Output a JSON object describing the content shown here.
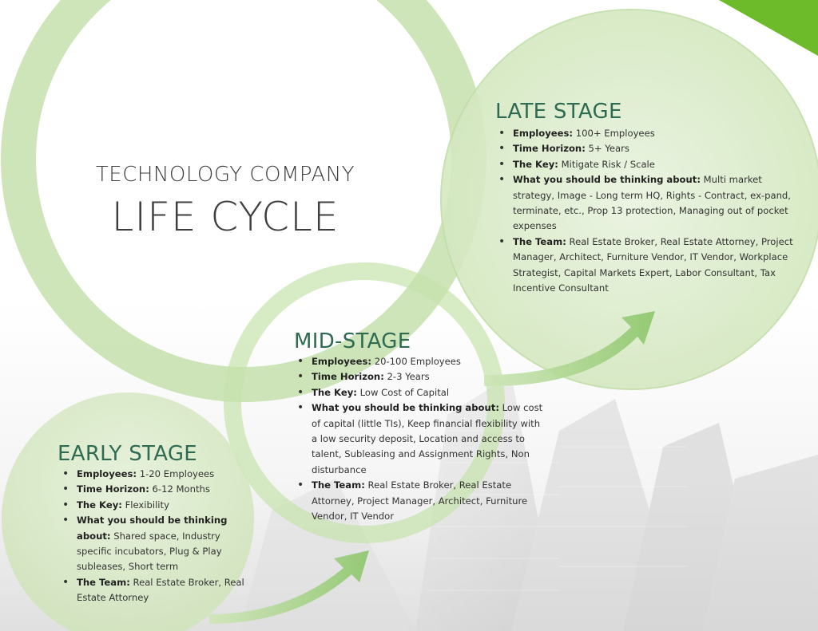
{
  "title": {
    "line1": "TECHNOLOGY COMPANY",
    "line2": "LIFE CYCLE"
  },
  "colors": {
    "accent_green": "#6dbb2a",
    "heading_green": "#2e6b52",
    "ring_green": "#a9d289",
    "circle_fill": "#dcecc9"
  },
  "stages": {
    "early": {
      "heading": "EARLY STAGE",
      "items": [
        {
          "label": "Employees:",
          "text": "1-20 Employees"
        },
        {
          "label": "Time Horizon:",
          "text": "6-12 Months"
        },
        {
          "label": "The Key:",
          "text": "Flexibility"
        },
        {
          "label": "What you should be thinking about:",
          "text": "Shared space, Industry specific incubators, Plug & Play subleases, Short term"
        },
        {
          "label": "The Team:",
          "text": "Real Estate Broker, Real Estate Attorney"
        }
      ]
    },
    "mid": {
      "heading": "MID-STAGE",
      "items": [
        {
          "label": "Employees:",
          "text": "20-100 Employees"
        },
        {
          "label": "Time Horizon:",
          "text": "2-3 Years"
        },
        {
          "label": "The Key:",
          "text": "Low Cost of Capital"
        },
        {
          "label": "What you should be thinking about:",
          "text": "Low cost of capital (little TIs), Keep financial flexibility with a low security deposit, Location and access to talent, Subleasing and Assignment Rights, Non disturbance"
        },
        {
          "label": "The Team:",
          "text": "Real Estate Broker, Real Estate Attorney, Project Manager, Architect, Furniture Vendor, IT Vendor"
        }
      ]
    },
    "late": {
      "heading": "LATE STAGE",
      "items": [
        {
          "label": "Employees:",
          "text": "100+ Employees"
        },
        {
          "label": "Time Horizon:",
          "text": "5+ Years"
        },
        {
          "label": "The Key:",
          "text": "Mitigate Risk / Scale"
        },
        {
          "label": "What you should be thinking about:",
          "text": "Multi market strategy, Image - Long term HQ, Rights - Contract, ex-pand, terminate, etc., Prop 13 protection, Managing out of pocket expenses"
        },
        {
          "label": "The Team:",
          "text": "Real Estate Broker, Real Estate Attorney, Project Manager, Architect, Furniture Vendor, IT Vendor, Workplace Strategist, Capital Markets Expert, Labor Consultant, Tax Incentive Consultant"
        }
      ]
    }
  }
}
